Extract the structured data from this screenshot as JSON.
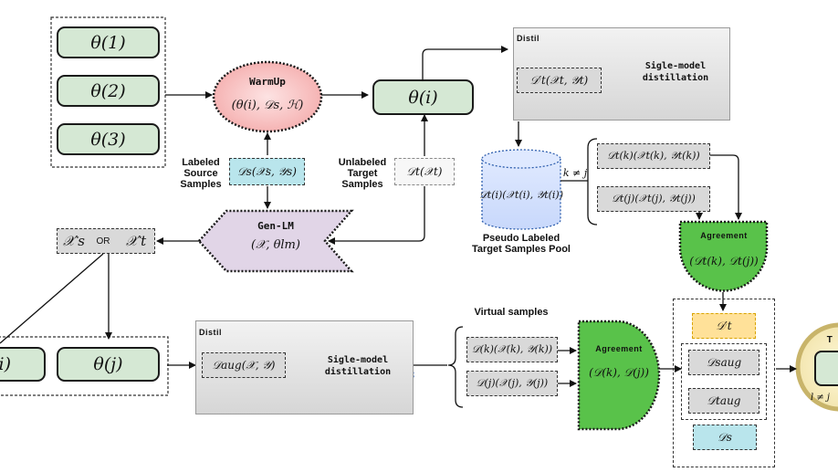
{
  "models": {
    "theta1": "θ(1)",
    "theta2": "θ(2)",
    "theta3": "θ(3)",
    "theta_i": "θ(i)",
    "theta_j": "θ(j)",
    "theta_left": "i)"
  },
  "warmup": {
    "title": "WarmUp",
    "args": "(θ(i), 𝒟s, ℋ)"
  },
  "labeled_source": {
    "label": "Labeled\nSource\nSamples",
    "data": "𝒟s(𝒳s, 𝒴s)"
  },
  "unlabeled_target": {
    "label": "Unlabeled\nTarget\nSamples",
    "data": "𝒟t(𝒳t)"
  },
  "genlm": {
    "title": "Gen-LM",
    "args": "(𝒳, θlm)"
  },
  "xs_or_xt": {
    "left": "𝒳′s",
    "or": "OR",
    "right": "𝒳′t"
  },
  "distil_top": {
    "heading": "Distil",
    "data": "𝒟′t(𝒳t, 𝒴t)",
    "cloud": "Sigle-model\ndistillation"
  },
  "pool": {
    "data": "𝒟t(i)(𝒳t(i), 𝒴t(i))",
    "label": "Pseudo Labeled\nTarget Samples Pool"
  },
  "k_neq_j": "k ≠ j",
  "pseudo_k": "𝒟t(k)(𝒳t(k), 𝒴t(k))",
  "pseudo_j": "𝒟t(j)(𝒳t(j), 𝒴t(j))",
  "agreement_top": {
    "title": "Agreement",
    "args": "(𝒟t(k), 𝒟t(j))"
  },
  "distil_bottom": {
    "heading": "Distil",
    "data": "𝒟aug(𝒳, 𝒴)",
    "cloud": "Sigle-model\ndistillation"
  },
  "virtual_samples": "Virtual samples",
  "virtual_k": "𝒟(k)(𝒳(k), 𝒴(k))",
  "virtual_j": "𝒟(j)(𝒳(j), 𝒴(j))",
  "agreement_bottom": {
    "title": "Agreement",
    "args": "(𝒟(k), 𝒟(j))"
  },
  "stack": {
    "dt_prime": "𝒟′t",
    "ds_aug": "𝒟saug",
    "dt_aug": "𝒟taug",
    "ds": "𝒟s"
  },
  "right_edge": {
    "top": "T",
    "bottom": "l ≠ j"
  }
}
